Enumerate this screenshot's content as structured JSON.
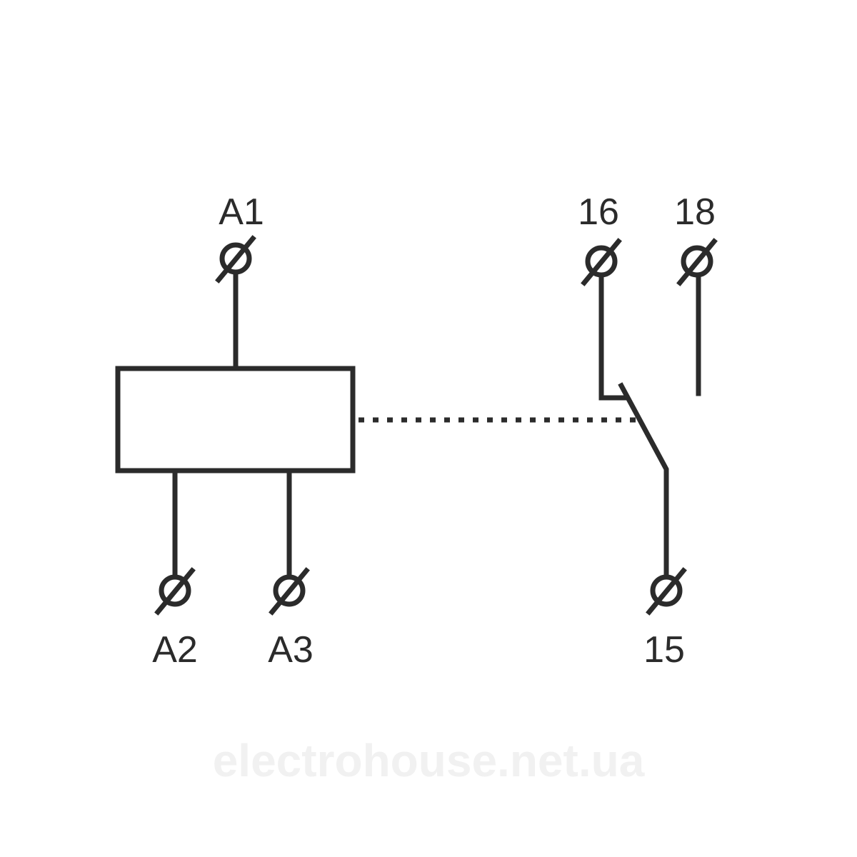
{
  "diagram": {
    "labels": {
      "a1": "A1",
      "a2": "A2",
      "a3": "A3",
      "t16": "16",
      "t18": "18",
      "t15": "15"
    },
    "watermark": "electrohouse.net.ua",
    "line_color": "#2b2b2b"
  }
}
